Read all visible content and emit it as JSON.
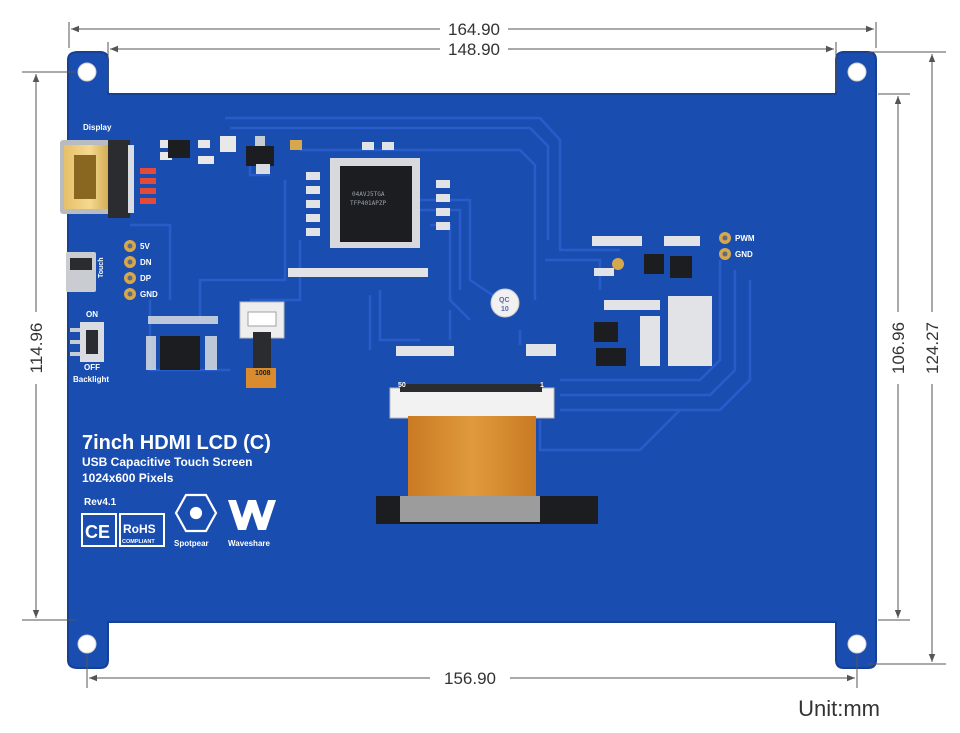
{
  "dimensions": {
    "top_outer": "164.90",
    "top_inner": "148.90",
    "bottom": "156.90",
    "left": "114.96",
    "right_inner": "106.96",
    "right_outer": "124.27"
  },
  "unit_label": "Unit:mm",
  "board": {
    "title": "7inch HDMI LCD (C)",
    "subtitle_1": "USB Capacitive Touch Screen",
    "subtitle_2": "1024x600 Pixels",
    "revision": "Rev4.1",
    "ce_mark": "CE",
    "rohs_mark": "RoHS",
    "rohs_sub": "COMPLIANT",
    "brand_1": "Spotpear",
    "brand_2": "Waveshare",
    "display_label": "Display",
    "touch_label": "Touch",
    "backlight_label": "Backlight",
    "switch_on": "ON",
    "switch_off": "OFF",
    "pin_5v": "5V",
    "pin_dn": "DN",
    "pin_dp": "DP",
    "pin_gnd": "GND",
    "pin_pwm": "PWM",
    "pin_gnd_2": "GND",
    "qc_label": "QC",
    "qc_number": "10",
    "fpc_pin_50": "50",
    "fpc_pin_1": "1",
    "chip_text_1": "04AVJ5TGA",
    "chip_text_2": "TFP401APZP",
    "small_chip": "1008"
  },
  "colors": {
    "board": "#1a4db0",
    "board_edge": "#163f96",
    "trace": "#2458c4",
    "copper": "#d7a74b",
    "ribbon": "#d98b2e",
    "dim_line": "#555555",
    "chip": "#1b1d20"
  }
}
